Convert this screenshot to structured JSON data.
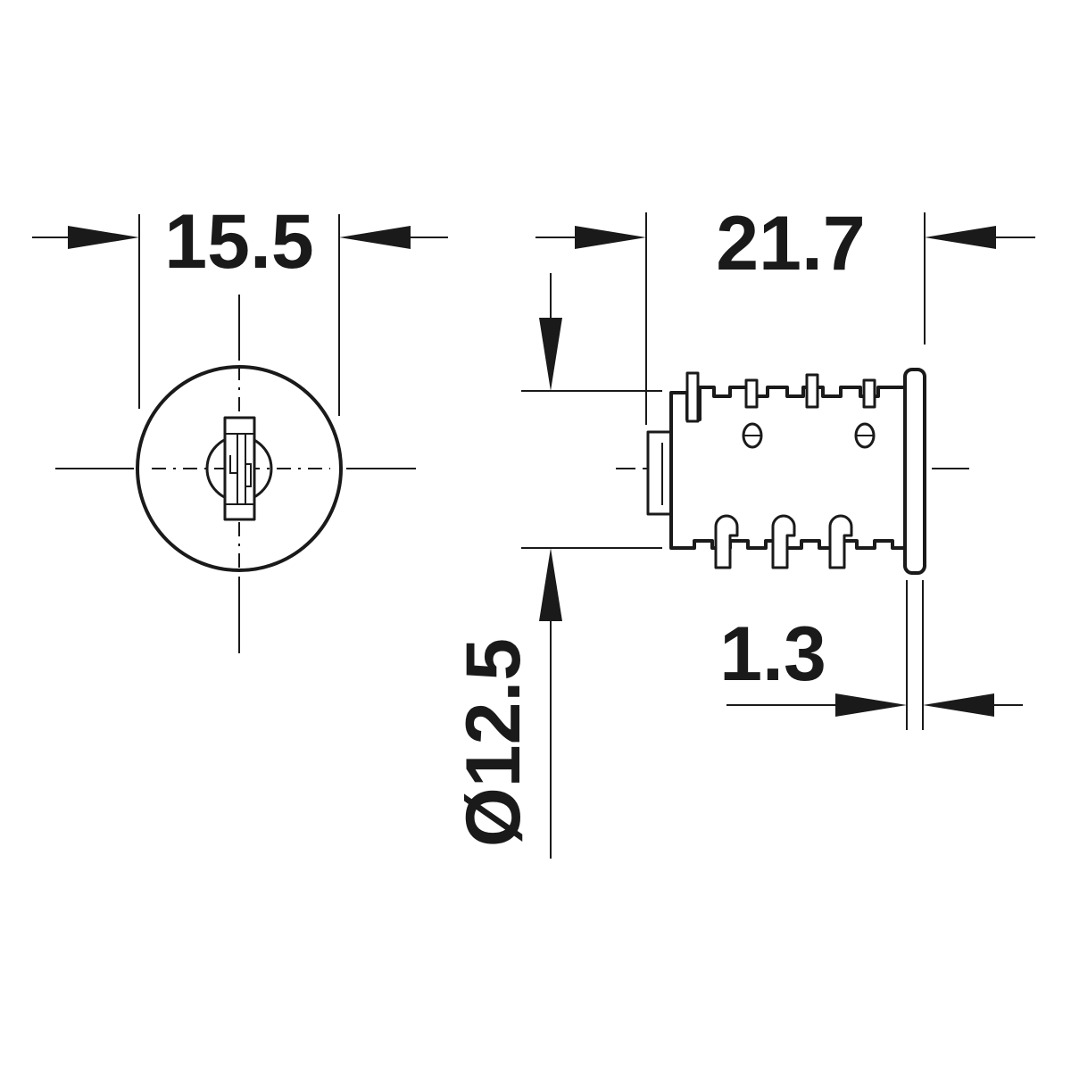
{
  "dimensions": {
    "front_width": "15.5",
    "overall_length": "21.7",
    "diameter": "Ø12.5",
    "flange_thickness": "1.3"
  }
}
